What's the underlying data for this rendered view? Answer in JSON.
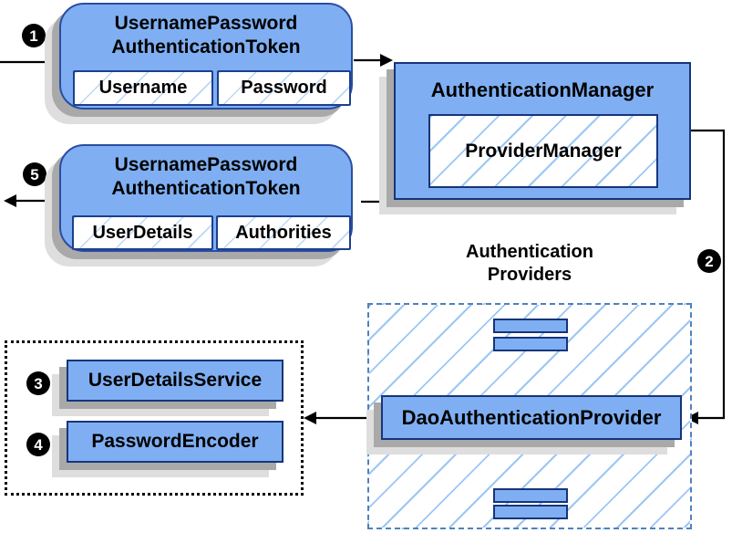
{
  "steps": {
    "s1": "1",
    "s2": "2",
    "s3": "3",
    "s4": "4",
    "s5": "5"
  },
  "token_request": {
    "title_line1": "UsernamePassword",
    "title_line2": "AuthenticationToken",
    "field_left": "Username",
    "field_right": "Password"
  },
  "authentication_manager": {
    "title": "AuthenticationManager",
    "inner": "ProviderManager"
  },
  "token_result": {
    "title_line1": "UsernamePassword",
    "title_line2": "AuthenticationToken",
    "field_left": "UserDetails",
    "field_right": "Authorities"
  },
  "providers": {
    "heading_line1": "Authentication",
    "heading_line2": "Providers",
    "provider": "DaoAuthenticationProvider"
  },
  "services": {
    "user_details_service": "UserDetailsService",
    "password_encoder": "PasswordEncoder"
  },
  "colors": {
    "node_fill": "#7faff2",
    "node_border": "#16357a",
    "rounded_border": "#2a4da3",
    "hatch_line": "#9cc6f5",
    "hatch_line_faint": "#bdd7f6",
    "dashed_border": "#4f81bd",
    "dotted_border": "#000000",
    "shadow_dark": "#a9a9a9",
    "shadow_light": "#dedede",
    "badge_background": "#000000",
    "badge_text": "#ffffff",
    "connector": "#000000"
  }
}
